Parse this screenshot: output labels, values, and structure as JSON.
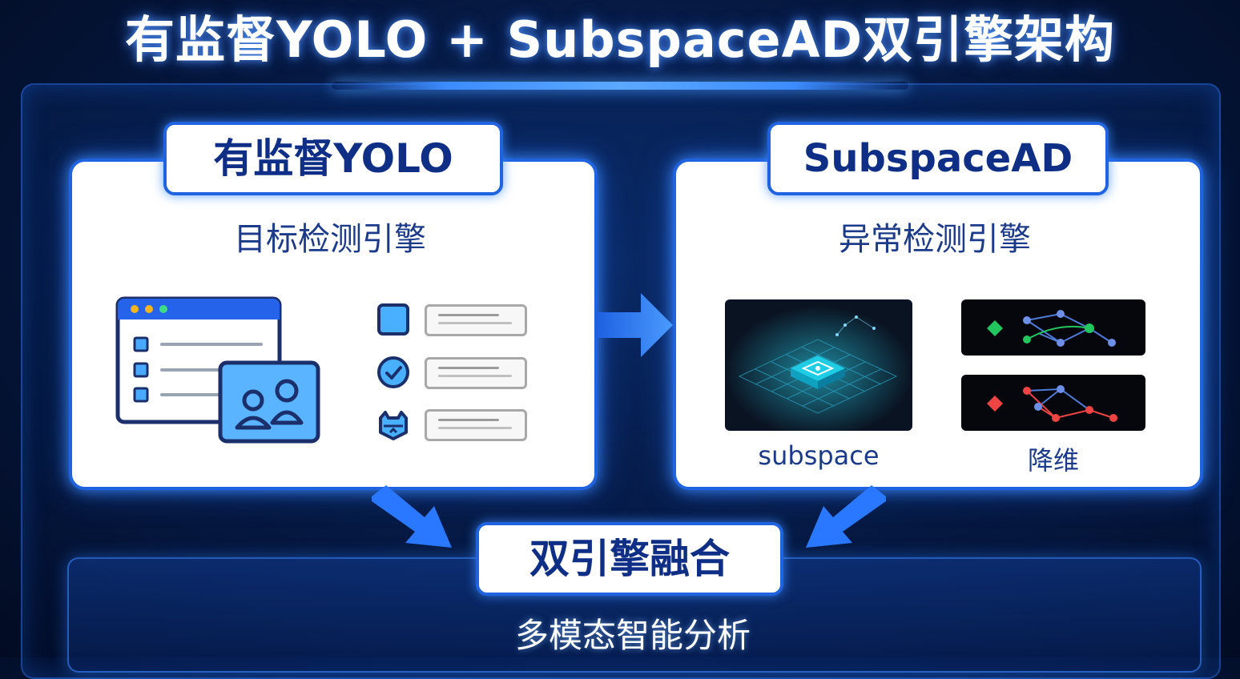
{
  "title": "有监督YOLO + SubspaceAD双引擎架构",
  "left_engine": {
    "tab_label": "有监督YOLO",
    "subtitle": "目标检测引擎",
    "icons": [
      "browser-window-icon",
      "users-icon",
      "square-icon",
      "check-circle-icon",
      "cat-icon"
    ]
  },
  "right_engine": {
    "tab_label": "SubspaceAD",
    "subtitle": "异常检测引擎",
    "subspace_caption": "subspace",
    "reduction_caption": "降维",
    "icons": [
      "subspace-grid-icon",
      "normal-graph-icon",
      "anomaly-graph-icon"
    ]
  },
  "fusion": {
    "tab_label": "双引擎融合",
    "subtitle": "多模态智能分析"
  },
  "colors": {
    "accent_blue": "#1f63e0",
    "card_text": "#0f2f86",
    "normal_green": "#22c55e",
    "anomaly_red": "#ef4444",
    "background": "#061a44"
  }
}
